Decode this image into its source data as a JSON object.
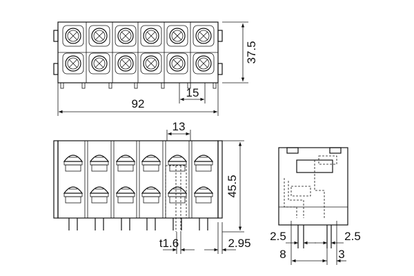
{
  "dimensions": {
    "total_width": "92",
    "height_top": "37.5",
    "pitch": "15",
    "pitch_front": "13",
    "height_front": "45.5",
    "thickness": "t1.6",
    "pin_offset_front": "2.95",
    "side_left_small": "2.5",
    "side_right_small": "2.5",
    "side_left_big": "8",
    "side_right_big": "3"
  },
  "colors": {
    "line": "#111111",
    "background": "#ffffff"
  },
  "icons": {
    "terminal_screw": "cross-recess-screw-icon",
    "dim_arrow": "arrow-icon"
  }
}
